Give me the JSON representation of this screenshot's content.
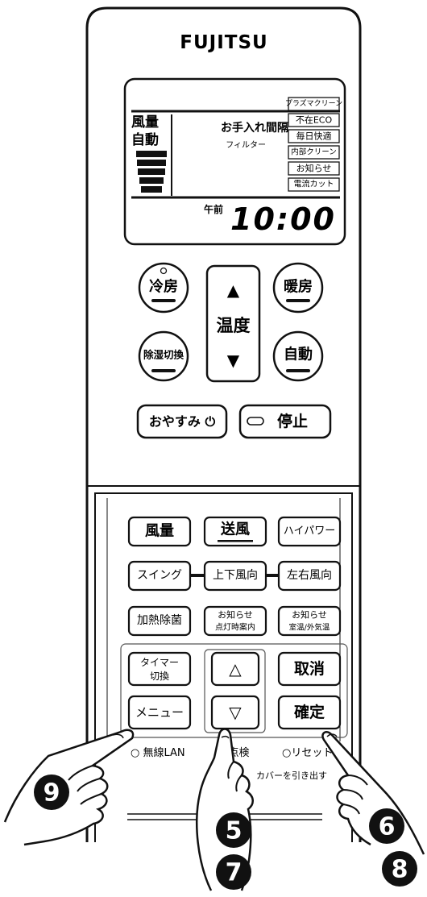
{
  "brand": "FUJITSU",
  "display": {
    "fan_label_1": "風量",
    "fan_label_2": "自動",
    "filter_label": "お手入れ間隔",
    "filter_sub": "フィルター",
    "indicators": [
      "プラズマクリーン",
      "不在ECO",
      "毎日快適",
      "内部クリーン",
      "お知らせ",
      "電流カット"
    ],
    "ampm": "午前",
    "time": "10:00"
  },
  "buttons": {
    "cool": "冷房",
    "heat": "暖房",
    "dehumid": "除湿切換",
    "auto": "自動",
    "temp_label": "温度",
    "temp_up": "▲",
    "temp_down": "▼",
    "sleep": "おやすみ ⏻",
    "stop": "停止",
    "fan": "風量",
    "blow": "送風",
    "hipower": "ハイパワー",
    "swing": "スイング",
    "updown": "上下風向",
    "leftright": "左右風向",
    "heatclean": "加熱除菌",
    "notice_light_1": "お知らせ",
    "notice_light_2": "点灯時案内",
    "notice_room_1": "お知らせ",
    "notice_room_2": "室温/外気温",
    "timer_1": "タイマー",
    "timer_2": "切換",
    "up": "△",
    "cancel": "取消",
    "menu": "メニュー",
    "down": "▽",
    "confirm": "確定"
  },
  "bottom_labels": {
    "lan": "○ 無線LAN",
    "check": "○ 点検",
    "reset": "○リセット",
    "cover": "カバーを引き出す"
  },
  "step_numbers": {
    "n9": "9",
    "n5": "5",
    "n7": "7",
    "n6": "6",
    "n8": "8"
  }
}
